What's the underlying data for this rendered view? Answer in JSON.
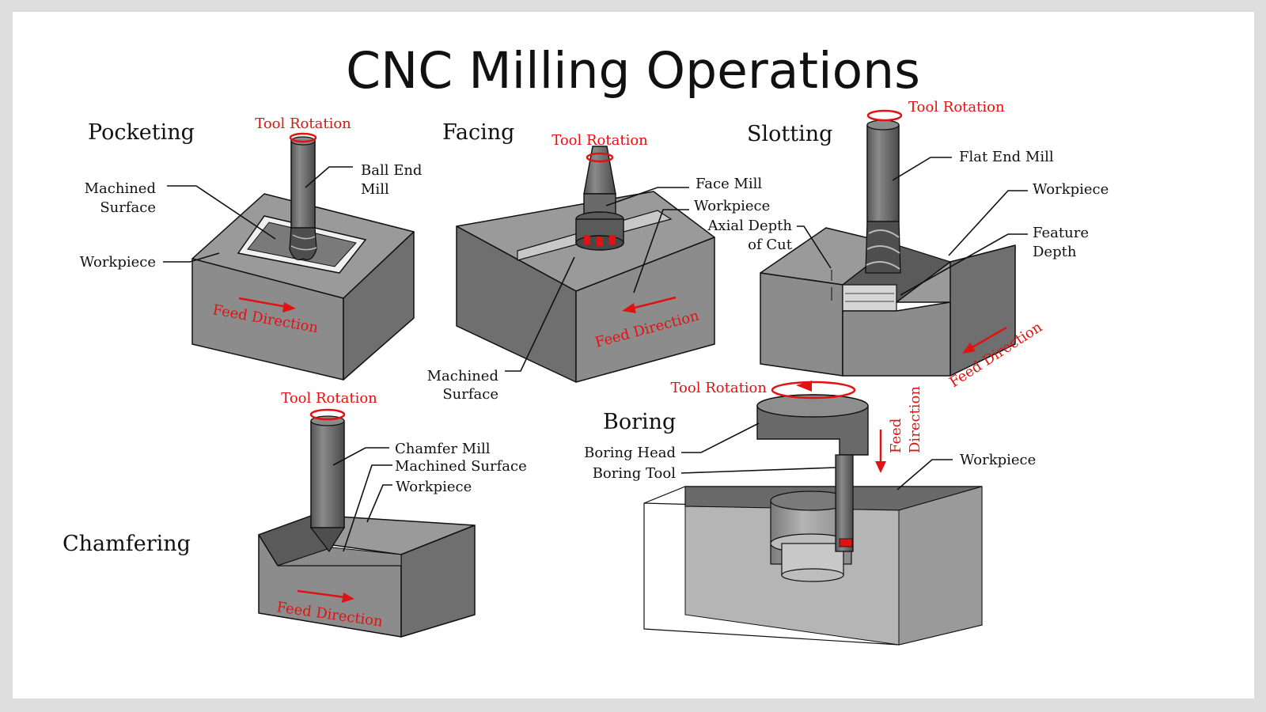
{
  "title": "CNC Milling Operations",
  "colors": {
    "accent": "#e11212",
    "top_face": "#9a9a9a",
    "front_face": "#8c8c8c",
    "side_face": "#6f6f6f",
    "tool": "#6a6a6a"
  },
  "pocketing": {
    "heading": "Pocketing",
    "tool_rotation": "Tool Rotation",
    "tool_line1": "Ball End",
    "tool_line2": "Mill",
    "surface_line1": "Machined",
    "surface_line2": "Surface",
    "workpiece": "Workpiece",
    "feed": "Feed Direction"
  },
  "facing": {
    "heading": "Facing",
    "tool_rotation": "Tool Rotation",
    "tool": "Face Mill",
    "workpiece": "Workpiece",
    "surface_line1": "Machined",
    "surface_line2": "Surface",
    "feed": "Feed Direction"
  },
  "slotting": {
    "heading": "Slotting",
    "tool_rotation": "Tool Rotation",
    "tool": "Flat End Mill",
    "workpiece": "Workpiece",
    "axial_line1": "Axial Depth",
    "axial_line2": "of Cut",
    "feature_line1": "Feature",
    "feature_line2": "Depth",
    "feed": "Feed Direction"
  },
  "chamfering": {
    "heading": "Chamfering",
    "tool_rotation": "Tool Rotation",
    "tool": "Chamfer Mill",
    "surface": "Machined Surface",
    "workpiece": "Workpiece",
    "feed": "Feed Direction"
  },
  "boring": {
    "heading": "Boring",
    "tool_rotation": "Tool Rotation",
    "head": "Boring Head",
    "tool": "Boring Tool",
    "workpiece": "Workpiece",
    "feed_line1": "Feed",
    "feed_line2": "Direction"
  }
}
